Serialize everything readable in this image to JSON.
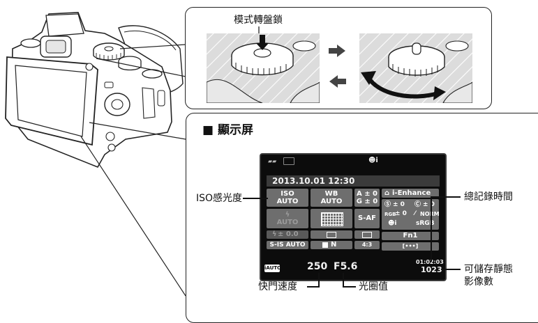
{
  "top_callout": {
    "title": "模式轉盤鎖"
  },
  "bottom_callout": {
    "title": "■ 顯示屏"
  },
  "labels": {
    "iso": "ISO感光度",
    "shutter": "快門速度",
    "aperture_label": "光圈值",
    "total_time": "總記錄時間",
    "shots_line1": "可儲存靜態",
    "shots_line2": "影像數"
  },
  "screen": {
    "datetime": "2013.10.01 12:30",
    "iso_label": "ISO",
    "iso_value": "AUTO",
    "wb_label": "WB",
    "wb_value": "AUTO",
    "a_adjust": "A ± 0",
    "g_adjust": "G ± 0",
    "picture_mode": "i-Enhance",
    "sat": "± 0",
    "contrast": "± 0",
    "sharpness": "± 0",
    "gradation": "NORM",
    "color_space": "sRGB",
    "flash_mode": "AUTO",
    "flash_comp": "± 0.0",
    "af_mode": "S-AF",
    "stabilizer": "S-IS AUTO",
    "quality": "N",
    "aspect": "4:3",
    "fn": "Fn1",
    "shooting_mode": "iAUTO",
    "shutter_value": "250",
    "aperture_value": "F5.6",
    "record_time": "01:02:03",
    "shots_remaining": "1023"
  },
  "colors": {
    "screen_bg": "#0c0c0c",
    "cell": "#6e6e6e",
    "arrow": "#444444"
  }
}
